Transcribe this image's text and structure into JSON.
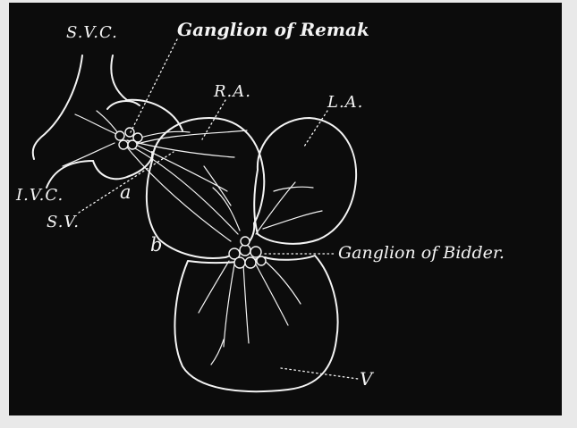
{
  "colors": {
    "panel": "#0c0c0c",
    "ink": "#f4f4f4",
    "paper": "#e9e9e9"
  },
  "labels": {
    "svc": "S.V.C.",
    "ganglion_remak": "Ganglion of Remak",
    "ra": "R.A.",
    "la": "L.A.",
    "ivc": "I.V.C.",
    "a": "a",
    "sv": "S.V.",
    "b": "b",
    "ganglion_bidder": "Ganglion of Bidder.",
    "v": "V"
  }
}
